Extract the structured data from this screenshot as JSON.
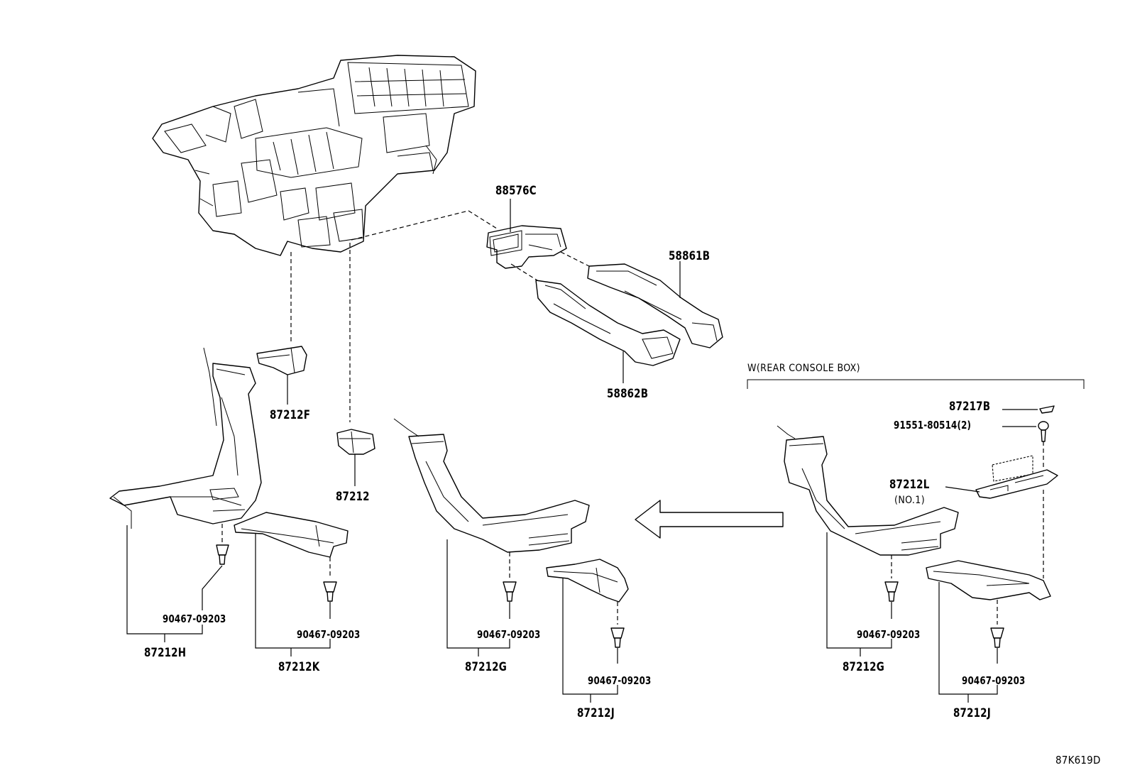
{
  "labels": {
    "p88576C": "88576C",
    "p58861B": "58861B",
    "p58862B": "58862B",
    "p87212F": "87212F",
    "p87212": "87212",
    "p87212H": "87212H",
    "p87212K": "87212K",
    "p87212G_mid": "87212G",
    "p87212J_mid": "87212J",
    "p87212G_right": "87212G",
    "p87212J_right": "87212J",
    "p87217B": "87217B",
    "p91551": "91551-80514(2)",
    "p87212L": "87212L",
    "no1": "(NO.1)",
    "clip_1": "90467-09203",
    "clip_2": "90467-09203",
    "clip_3": "90467-09203",
    "clip_4": "90467-09203",
    "clip_5": "90467-09203",
    "clip_6": "90467-09203"
  },
  "condition_note": "W(REAR CONSOLE BOX)",
  "diagram_code": "87K619D"
}
